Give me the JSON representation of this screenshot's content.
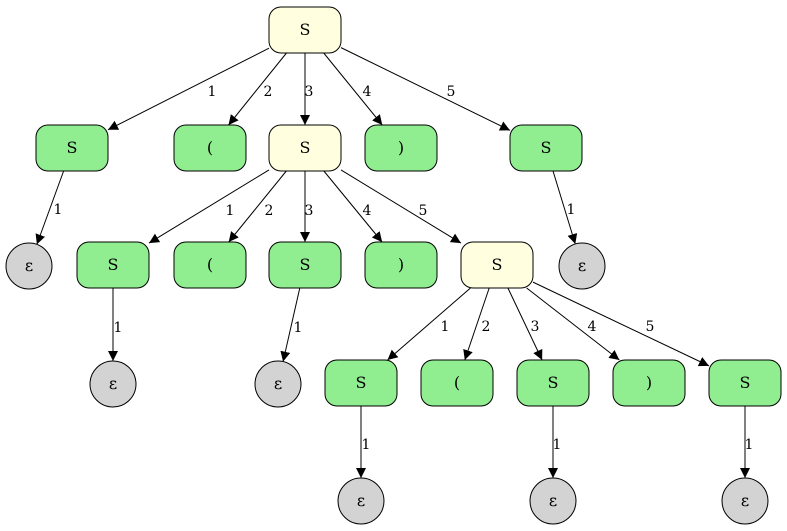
{
  "colors": {
    "nonterminal": "#ffffe0",
    "terminal": "#90ee90",
    "epsilon": "#d3d3d3",
    "stroke": "#000000"
  },
  "nodes": [
    {
      "id": "n0",
      "label": "S",
      "kind": "nonterminal"
    },
    {
      "id": "n1",
      "label": "S",
      "kind": "terminal"
    },
    {
      "id": "n2",
      "label": "(",
      "kind": "terminal"
    },
    {
      "id": "n3",
      "label": "S",
      "kind": "nonterminal"
    },
    {
      "id": "n4",
      "label": ")",
      "kind": "terminal"
    },
    {
      "id": "n5",
      "label": "S",
      "kind": "terminal"
    },
    {
      "id": "e1",
      "label": "ε",
      "kind": "epsilon"
    },
    {
      "id": "n6",
      "label": "S",
      "kind": "terminal"
    },
    {
      "id": "n7",
      "label": "(",
      "kind": "terminal"
    },
    {
      "id": "n8",
      "label": "S",
      "kind": "terminal"
    },
    {
      "id": "n9",
      "label": ")",
      "kind": "terminal"
    },
    {
      "id": "n10",
      "label": "S",
      "kind": "nonterminal"
    },
    {
      "id": "e5",
      "label": "ε",
      "kind": "epsilon"
    },
    {
      "id": "e6",
      "label": "ε",
      "kind": "epsilon"
    },
    {
      "id": "e8",
      "label": "ε",
      "kind": "epsilon"
    },
    {
      "id": "n11",
      "label": "S",
      "kind": "terminal"
    },
    {
      "id": "n12",
      "label": "(",
      "kind": "terminal"
    },
    {
      "id": "n13",
      "label": "S",
      "kind": "terminal"
    },
    {
      "id": "n14",
      "label": ")",
      "kind": "terminal"
    },
    {
      "id": "n15",
      "label": "S",
      "kind": "terminal"
    },
    {
      "id": "e11",
      "label": "ε",
      "kind": "epsilon"
    },
    {
      "id": "e13",
      "label": "ε",
      "kind": "epsilon"
    },
    {
      "id": "e15",
      "label": "ε",
      "kind": "epsilon"
    }
  ],
  "edges": [
    {
      "from": "n0",
      "to": "n1",
      "label": "1"
    },
    {
      "from": "n0",
      "to": "n2",
      "label": "2"
    },
    {
      "from": "n0",
      "to": "n3",
      "label": "3"
    },
    {
      "from": "n0",
      "to": "n4",
      "label": "4"
    },
    {
      "from": "n0",
      "to": "n5",
      "label": "5"
    },
    {
      "from": "n1",
      "to": "e1",
      "label": "1"
    },
    {
      "from": "n3",
      "to": "n6",
      "label": "1"
    },
    {
      "from": "n3",
      "to": "n7",
      "label": "2"
    },
    {
      "from": "n3",
      "to": "n8",
      "label": "3"
    },
    {
      "from": "n3",
      "to": "n9",
      "label": "4"
    },
    {
      "from": "n3",
      "to": "n10",
      "label": "5"
    },
    {
      "from": "n5",
      "to": "e5",
      "label": "1"
    },
    {
      "from": "n6",
      "to": "e6",
      "label": "1"
    },
    {
      "from": "n8",
      "to": "e8",
      "label": "1"
    },
    {
      "from": "n10",
      "to": "n11",
      "label": "1"
    },
    {
      "from": "n10",
      "to": "n12",
      "label": "2"
    },
    {
      "from": "n10",
      "to": "n13",
      "label": "3"
    },
    {
      "from": "n10",
      "to": "n14",
      "label": "4"
    },
    {
      "from": "n10",
      "to": "n15",
      "label": "5"
    },
    {
      "from": "n11",
      "to": "e11",
      "label": "1"
    },
    {
      "from": "n13",
      "to": "e13",
      "label": "1"
    },
    {
      "from": "n15",
      "to": "e15",
      "label": "1"
    }
  ]
}
